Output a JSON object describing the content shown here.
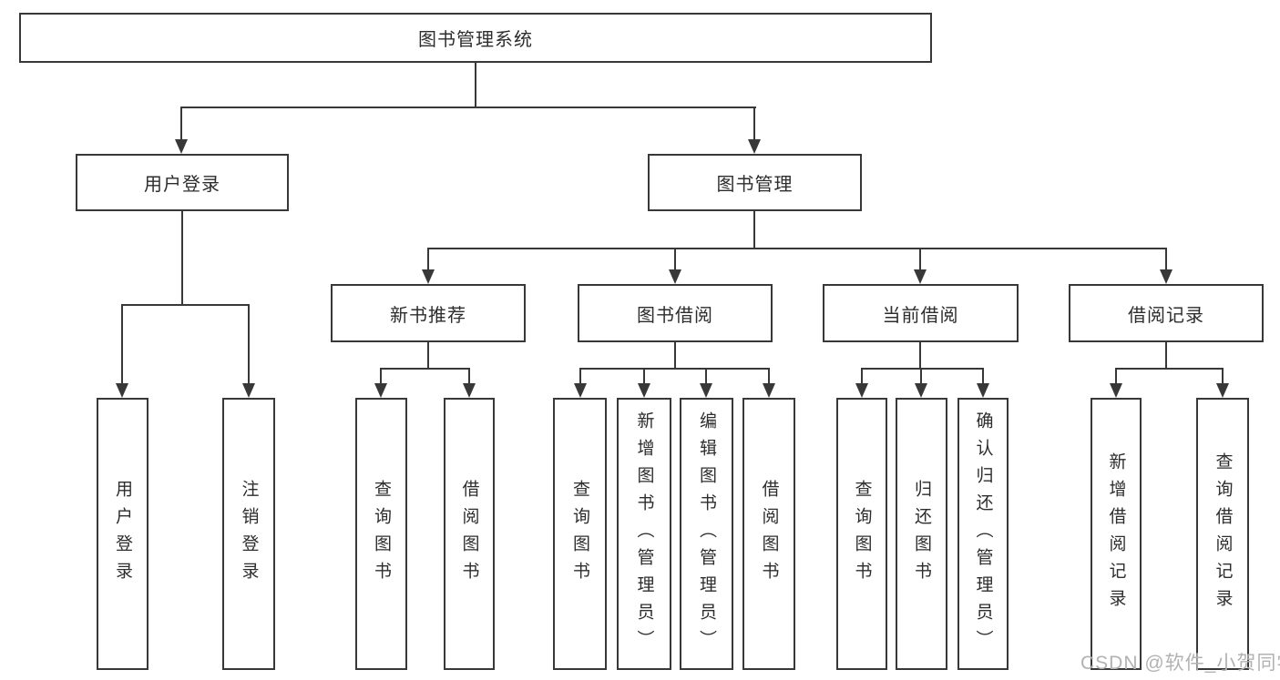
{
  "colors": {
    "line": "#383838",
    "text": "#2d2d2d",
    "watermark": "#b2b2b2",
    "background": "#ffffff"
  },
  "diagram": {
    "root": {
      "label": "图书管理系统"
    },
    "level2": {
      "user_login": {
        "label": "用户登录"
      },
      "book_mgmt": {
        "label": "图书管理"
      }
    },
    "level3": {
      "new_books": {
        "label": "新书推荐"
      },
      "book_borrow": {
        "label": "图书借阅"
      },
      "current_borrow": {
        "label": "当前借阅"
      },
      "borrow_records": {
        "label": "借阅记录"
      }
    },
    "leaves": {
      "user_login_leaf": "用户登录",
      "logout": "注销登录",
      "query_books_a": "查询图书",
      "borrow_books_a": "借阅图书",
      "query_books_b": "查询图书",
      "add_book": "新增图书（管理员）",
      "edit_book": "编辑图书（管理员）",
      "borrow_books_b": "借阅图书",
      "query_books_c": "查询图书",
      "return_book": "归还图书",
      "confirm_return": "确认归还（管理员）",
      "add_borrow_record": "新增借阅记录",
      "query_borrow_record": "查询借阅记录"
    }
  },
  "watermark": {
    "text": "CSDN @软件_小贺同学"
  }
}
